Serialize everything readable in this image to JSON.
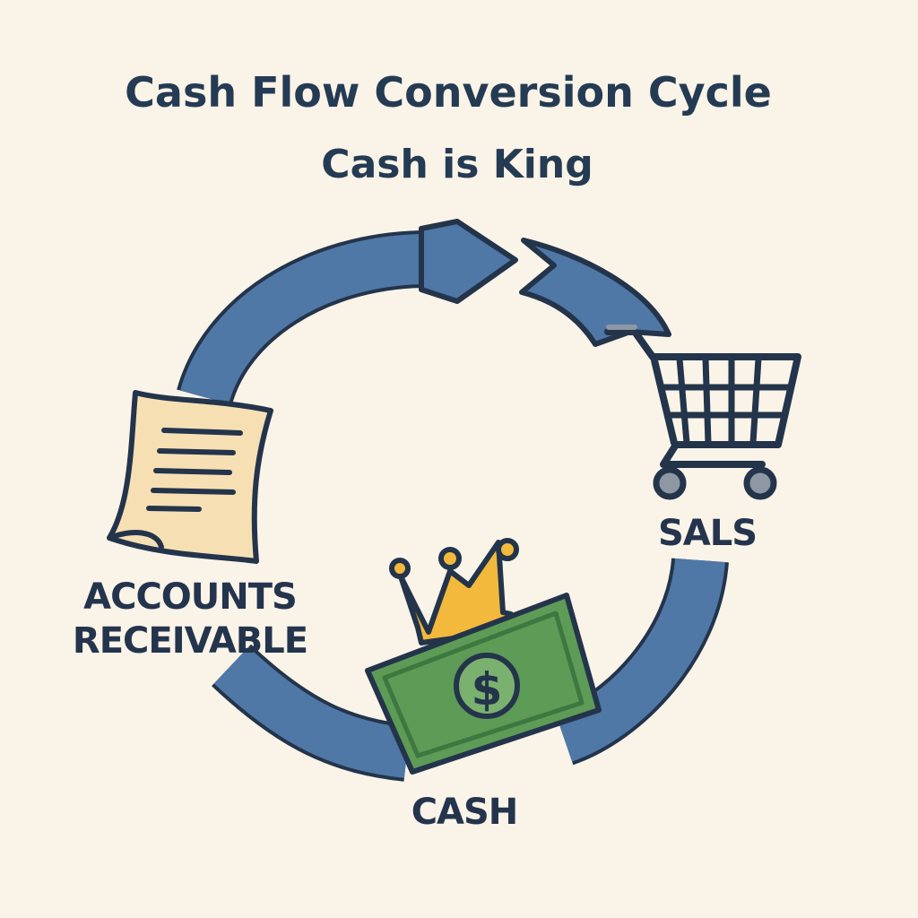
{
  "header": {
    "title": "Cash Flow Conversion Cycle",
    "subtitle": "Cash is King"
  },
  "stages": {
    "sales": "SALS",
    "accounts_receivable_line1": "ACCOUNTS",
    "accounts_receivable_line2": "RECEIVABLE",
    "cash": "CASH"
  },
  "icons": {
    "sales": "shopping-cart-icon",
    "accounts_receivable": "invoice-document-icon",
    "cash": "dollar-bill-icon",
    "crown": "crown-icon",
    "cycle": "circular-arrow-icon"
  },
  "colors": {
    "background": "#faf3e8",
    "text": "#243b53",
    "arrow": "#4f78a6",
    "outline": "#23344b",
    "bill": "#5d9b57",
    "crown": "#f3b93c",
    "paper": "#f7dfb4"
  },
  "currency_symbol": "$"
}
